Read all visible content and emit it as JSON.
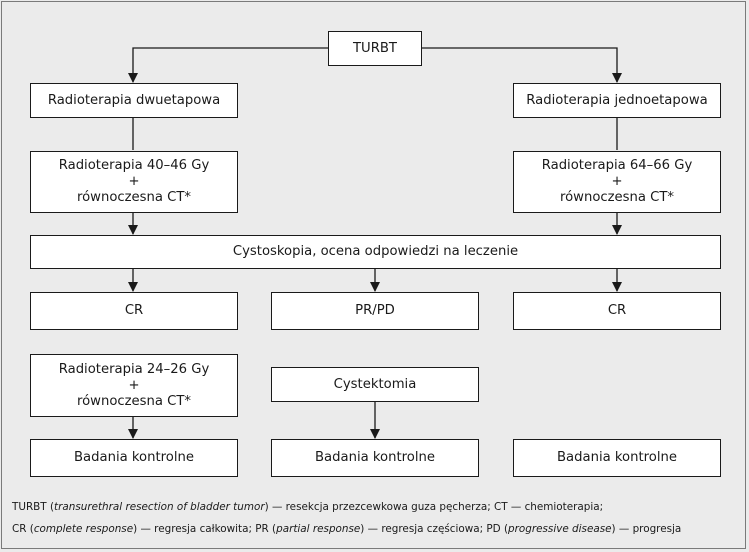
{
  "nodes": {
    "turbt": "TURBT",
    "rt_two_stage": "Radioterapia dwuetapowa",
    "rt_one_stage": "Radioterapia jednoetapowa",
    "rt_40_46": {
      "line1": "Radioterapia 40–46 Gy",
      "line2": "+",
      "line3": "równoczesna CT*"
    },
    "rt_64_66": {
      "line1": "Radioterapia 64–66 Gy",
      "line2": "+",
      "line3": "równoczesna CT*"
    },
    "cystoscopy": "Cystoskopia, ocena odpowiedzi na leczenie",
    "cr_left": "CR",
    "pr_pd": "PR/PD",
    "cr_right": "CR",
    "rt_24_26": {
      "line1": "Radioterapia 24–26 Gy",
      "line2": "+",
      "line3": "równoczesna CT*"
    },
    "cystectomy": "Cystektomia",
    "followup_left": "Badania kontrolne",
    "followup_middle": "Badania kontrolne",
    "followup_right": "Badania kontrolne"
  },
  "caption": {
    "line1": {
      "turbt_abbr": "TURBT (",
      "turbt_en": "transurethral resection of bladder tumor",
      "turbt_pl": ") — resekcja przezcewkowa guza pęcherza; CT — chemioterapia;"
    },
    "line2": {
      "cr_abbr": "CR (",
      "cr_en": "complete response",
      "cr_pl": ") — regresja całkowita; PR (",
      "pr_en": "partial response",
      "pr_pl": ") — regresja częściowa; PD (",
      "pd_en": "progressive disease",
      "pd_pl": ") — progresja"
    }
  },
  "colors": {
    "background": "#ebebeb",
    "box_fill": "#ffffff",
    "line": "#1a1a1a"
  }
}
